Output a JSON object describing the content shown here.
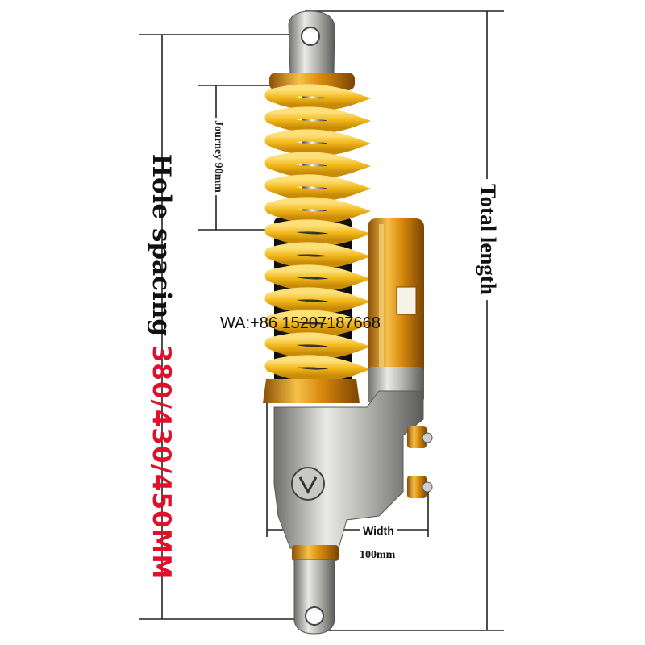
{
  "labels": {
    "hole_spacing": "Hole spacing",
    "hole_spacing_values": "380/430/450MM",
    "total_length": "Total length",
    "journey": "Journey 90mm",
    "width": "Width",
    "width_value": "100mm",
    "contact": "WA:+86 15207187668"
  },
  "colors": {
    "spring": "#f2b81a",
    "reservoir": "#d88a0c",
    "accent_red": "#e0102a",
    "body_metal": "#a9aaa6"
  }
}
